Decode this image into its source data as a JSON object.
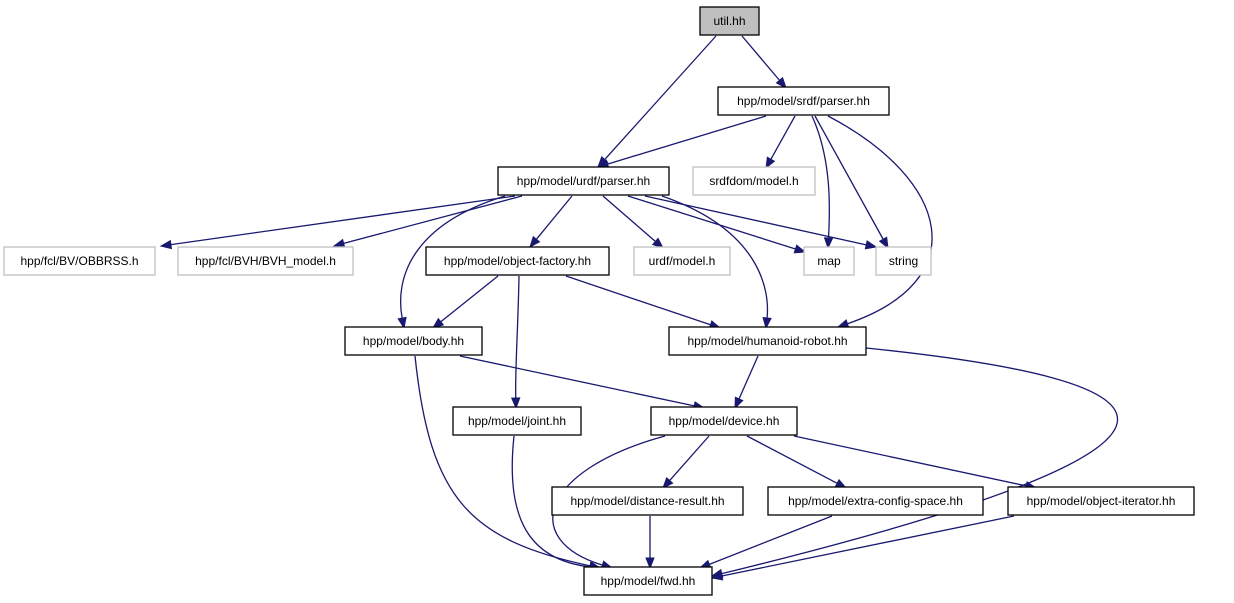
{
  "diagram": {
    "type": "include-dependency-graph",
    "colors": {
      "root_fill": "#bfbfbf",
      "node_fill": "#ffffff",
      "internal_border": "#000000",
      "external_border": "#bfbfbf",
      "edge": "#191970"
    },
    "nodes": [
      {
        "id": "util",
        "label": "util.hh",
        "kind": "root"
      },
      {
        "id": "srdf_parser",
        "label": "hpp/model/srdf/parser.hh",
        "kind": "internal"
      },
      {
        "id": "urdf_parser",
        "label": "hpp/model/urdf/parser.hh",
        "kind": "internal"
      },
      {
        "id": "srdfdom_model",
        "label": "srdfdom/model.h",
        "kind": "external"
      },
      {
        "id": "obbrss",
        "label": "hpp/fcl/BV/OBBRSS.h",
        "kind": "external"
      },
      {
        "id": "bvh_model",
        "label": "hpp/fcl/BVH/BVH_model.h",
        "kind": "external"
      },
      {
        "id": "object_factory",
        "label": "hpp/model/object-factory.hh",
        "kind": "internal"
      },
      {
        "id": "urdf_model",
        "label": "urdf/model.h",
        "kind": "external"
      },
      {
        "id": "map",
        "label": "map",
        "kind": "external"
      },
      {
        "id": "string",
        "label": "string",
        "kind": "external"
      },
      {
        "id": "body",
        "label": "hpp/model/body.hh",
        "kind": "internal"
      },
      {
        "id": "humanoid_robot",
        "label": "hpp/model/humanoid-robot.hh",
        "kind": "internal"
      },
      {
        "id": "joint",
        "label": "hpp/model/joint.hh",
        "kind": "internal"
      },
      {
        "id": "device",
        "label": "hpp/model/device.hh",
        "kind": "internal"
      },
      {
        "id": "distance_result",
        "label": "hpp/model/distance-result.hh",
        "kind": "internal"
      },
      {
        "id": "extra_config_space",
        "label": "hpp/model/extra-config-space.hh",
        "kind": "internal"
      },
      {
        "id": "object_iterator",
        "label": "hpp/model/object-iterator.hh",
        "kind": "internal"
      },
      {
        "id": "fwd",
        "label": "hpp/model/fwd.hh",
        "kind": "internal"
      }
    ],
    "edges": [
      {
        "from": "util",
        "to": "urdf_parser"
      },
      {
        "from": "util",
        "to": "srdf_parser"
      },
      {
        "from": "srdf_parser",
        "to": "urdf_parser"
      },
      {
        "from": "srdf_parser",
        "to": "srdfdom_model"
      },
      {
        "from": "srdf_parser",
        "to": "map"
      },
      {
        "from": "srdf_parser",
        "to": "string"
      },
      {
        "from": "srdf_parser",
        "to": "humanoid_robot"
      },
      {
        "from": "urdf_parser",
        "to": "obbrss"
      },
      {
        "from": "urdf_parser",
        "to": "bvh_model"
      },
      {
        "from": "urdf_parser",
        "to": "body"
      },
      {
        "from": "urdf_parser",
        "to": "object_factory"
      },
      {
        "from": "urdf_parser",
        "to": "urdf_model"
      },
      {
        "from": "urdf_parser",
        "to": "map"
      },
      {
        "from": "urdf_parser",
        "to": "string"
      },
      {
        "from": "urdf_parser",
        "to": "humanoid_robot"
      },
      {
        "from": "object_factory",
        "to": "body"
      },
      {
        "from": "object_factory",
        "to": "joint"
      },
      {
        "from": "object_factory",
        "to": "humanoid_robot"
      },
      {
        "from": "body",
        "to": "device"
      },
      {
        "from": "body",
        "to": "fwd"
      },
      {
        "from": "humanoid_robot",
        "to": "device"
      },
      {
        "from": "humanoid_robot",
        "to": "fwd"
      },
      {
        "from": "joint",
        "to": "fwd"
      },
      {
        "from": "device",
        "to": "fwd"
      },
      {
        "from": "device",
        "to": "distance_result"
      },
      {
        "from": "device",
        "to": "extra_config_space"
      },
      {
        "from": "device",
        "to": "object_iterator"
      },
      {
        "from": "distance_result",
        "to": "fwd"
      },
      {
        "from": "extra_config_space",
        "to": "fwd"
      },
      {
        "from": "object_iterator",
        "to": "fwd"
      }
    ]
  }
}
